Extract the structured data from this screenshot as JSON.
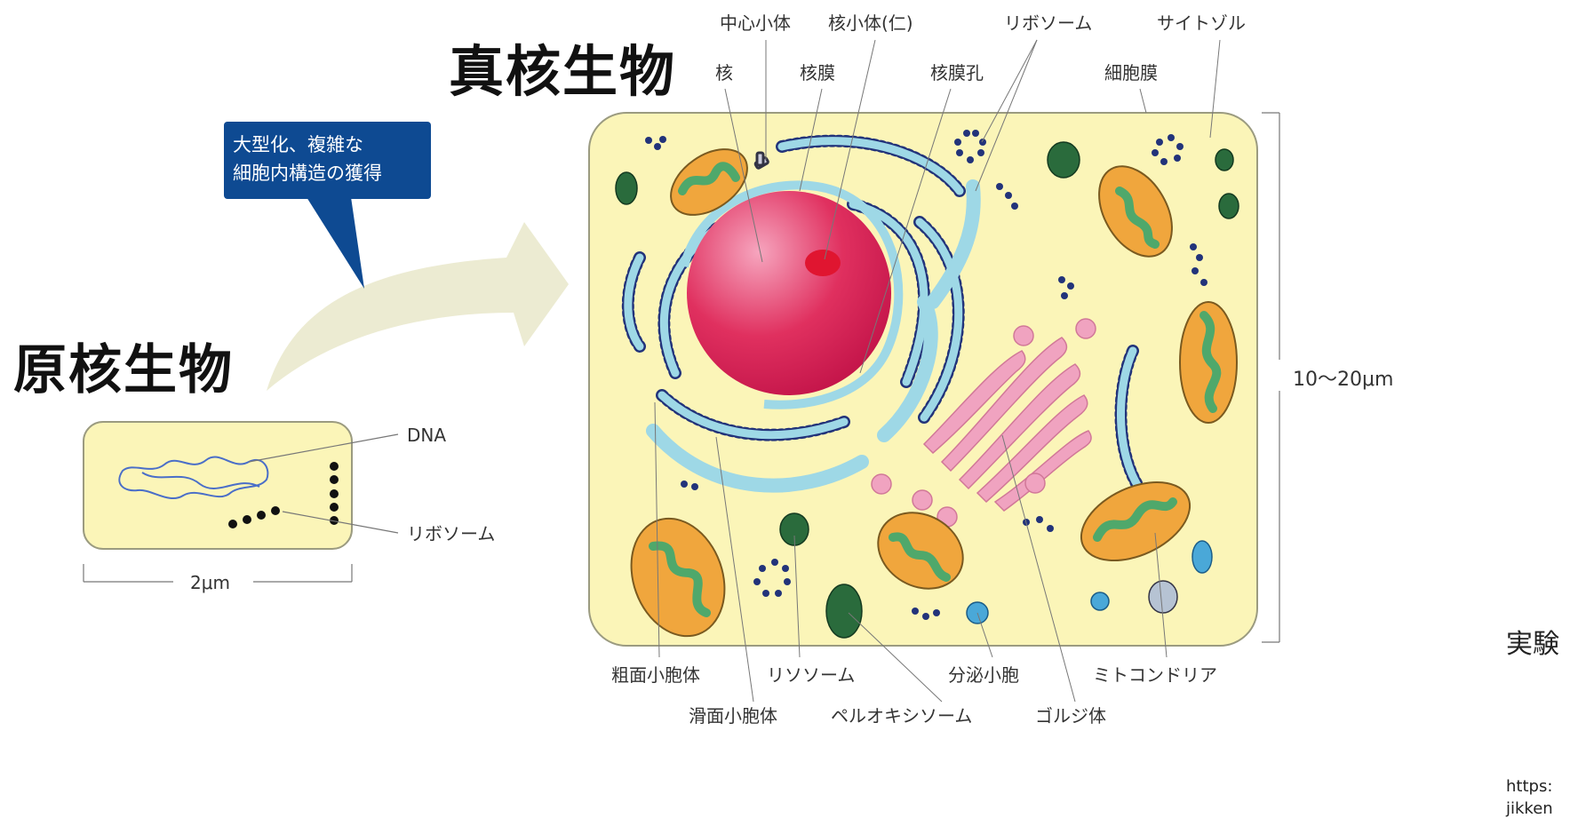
{
  "titles": {
    "prokaryote": "原核生物",
    "eukaryote": "真核生物"
  },
  "callout": {
    "line1": "大型化、複雑な",
    "line2": "細胞内構造の獲得"
  },
  "prokaryote": {
    "labels": {
      "dna": "DNA",
      "ribosome": "リボソーム"
    },
    "scale": "2μm"
  },
  "eukaryote": {
    "scale": "10〜20μm",
    "top_labels": {
      "centriole": "中心小体",
      "nucleolus": "核小体(仁)",
      "ribosome": "リボソーム",
      "cytosol": "サイトゾル",
      "nucleus": "核",
      "nuclear_envelope": "核膜",
      "nuclear_pore": "核膜孔",
      "cell_membrane": "細胞膜"
    },
    "bottom_labels": {
      "rough_er": "粗面小胞体",
      "lysosome": "リソソーム",
      "secretory_vesicle": "分泌小胞",
      "mitochondria": "ミトコンドリア",
      "smooth_er": "滑面小胞体",
      "peroxisome": "ペルオキシソーム",
      "golgi": "ゴルジ体"
    }
  },
  "source": {
    "name_partial": "実験",
    "url_line1": "https:",
    "url_line2": "jikken"
  },
  "colors": {
    "cytoplasm": "#fbf5b8",
    "nucleus": "#d81e55",
    "er": "#bfe8f0",
    "ribosome_dot": "#22337a",
    "mito_outer": "#f0a63d",
    "mito_inner": "#4fa86b",
    "golgi": "#f0a3c0",
    "callout": "#0e4a92",
    "arrow": "#ecebd2"
  }
}
